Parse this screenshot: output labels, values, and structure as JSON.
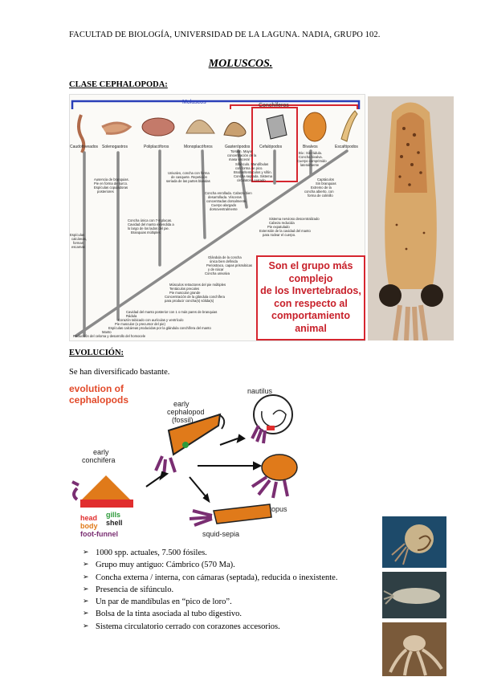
{
  "header": "FACULTAD DE BIOLOGÍA, UNIVERSIDAD DE LA LAGUNA.   NADIA, GRUPO 102.",
  "title": "MOLUSCOS.",
  "section1": "CLASE CEPHALOPODA:",
  "phylo": {
    "moluscos_label": "Moluscos",
    "conchiferos_label": "Conchíferos",
    "taxa": [
      "Caudofoveados",
      "Solenogastros",
      "Poliplacóforos",
      "Monoplacóforos",
      "Gasterópodos",
      "Cefalópodos",
      "Bivalvos",
      "Escafópodos"
    ],
    "callout": [
      "Son el grupo más",
      "complejo",
      "de los Invertebrados,",
      "con respecto al",
      "comportamiento",
      "animal"
    ],
    "notes": {
      "espiculas": [
        "Espículas",
        "calcáreas,",
        "forman",
        "escamas"
      ],
      "ausencia": [
        "Ausencia de branquias.",
        "Pie en forma de surco.",
        "Espículas copuladoras",
        "posteriores"
      ],
      "concha7": [
        "Concha única con 7-8 placas.",
        "Cavidad del manto extendida a",
        "lo largo de los lados del pie.",
        "Branquias múltiples"
      ],
      "univalvo": [
        "Univalvo, concha con forma",
        "de casquete. Repetición",
        "seriada de las partes blandas"
      ],
      "torsion": [
        "Torsión. Mayor",
        "concentración de la",
        "masa visceral"
      ],
      "sifunculo": [
        "Sifúnculo. Mandíbulas",
        "con forma de pico.",
        "Brazos/tentáculos y sifón.",
        "Concha septada. Sistema",
        "circulatorio cerrado"
      ],
      "biv": [
        "Biv.: Sin rádula.",
        "Concha bivalva.",
        "Cuerpo comprimido",
        "lateralmente"
      ],
      "capt": [
        "Captáculos",
        "Sin branquias",
        "Extremo de la",
        "concha abierto, con",
        "forma de colmillo"
      ],
      "enrollada": [
        "Concha enrollada. Cabeza bien",
        "desarrollada. Vísceras",
        "concentradas dorsalmente.",
        "Cuerpo alargado",
        "dorsoventralmente"
      ],
      "nervioso": [
        "Sistema nervioso descentralizado",
        "Cabeza reducida",
        "Pie expatulado",
        "Extensión de la cavidad del manto",
        "para rodear el cuerpo."
      ],
      "glandula": [
        "Glándula de la concha",
        "única bien definida",
        "Periostraco, capas prismáticas",
        "y de nácar",
        "Concha univalva"
      ],
      "musculos": [
        "Músculos retractores del pie múltiples",
        "Tentáculos precales",
        "Pie muscular grande",
        "Concentración de la glándula conchífera",
        "para producir concha(s) sólida(s)"
      ],
      "base": [
        "Cavidad del manto posterior con 1 o más pares de branquias",
        "Rádula",
        "Corazón tabicado con aurículas y ventrículo",
        "Pie muscular (o precursor del pie)",
        "Espículas calcáreas producidas por la glándula conchífera del manto",
        "Manto",
        "Reducción del celoma y desarrollo del homocele"
      ]
    }
  },
  "section2": "EVOLUCIÓN:",
  "evo_text": "Se han diversificado bastante.",
  "evo_figure": {
    "title1": "evolution of",
    "title2": "cephalopods",
    "nautilus": "nautilus",
    "early_ceph": [
      "early",
      "cephalopod",
      "(fossil)"
    ],
    "early_conch": [
      "early",
      "conchifera"
    ],
    "octopus": "octopus",
    "squid": "squid-sepia",
    "legend": {
      "head": "head",
      "gills": "gills",
      "body": "body",
      "shell": "shell",
      "foot": "foot-funnel"
    }
  },
  "bullets": [
    "1000 spp. actuales, 7.500 fósiles.",
    "Grupo muy antiguo: Cámbrico (570 Ma).",
    "Concha externa / interna, con cámaras (septada), reducida o inexistente.",
    "Presencia de sifúnculo.",
    "Un par de mandíbulas en “pico de loro”.",
    "Bolsa de la tinta asociada al tubo digestivo.",
    "Sistema circulatorio cerrado con corazones accesorios."
  ],
  "bullet_marker": "➢",
  "colors": {
    "red": "#d6262f",
    "orange": "#f08a1c",
    "purple": "#7a2e72",
    "moluscos_blue": "#2a3fb8"
  }
}
